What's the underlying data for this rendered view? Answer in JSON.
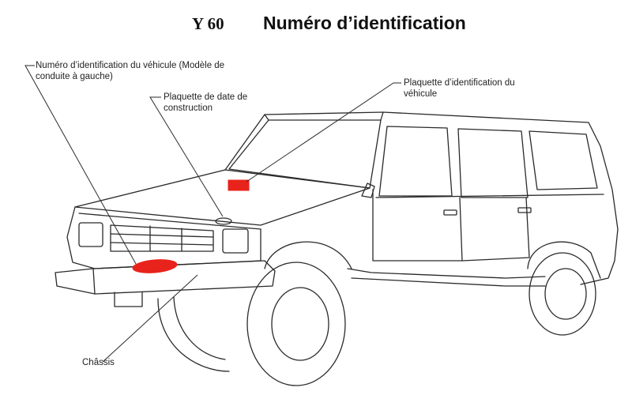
{
  "header": {
    "model_code": "Y 60",
    "title": "Numéro d’identification"
  },
  "labels": {
    "vin_line1": "Numéro d’identification du véhicule (Modèle de",
    "vin_line2": "conduite à gauche)",
    "date_line1": "Plaquette de date de",
    "date_line2": "construction",
    "plate_line1": "Plaquette d’identification du",
    "plate_line2": "véhicule",
    "chassis": "Châssis"
  },
  "colors": {
    "highlight": "#e8231b",
    "line": "#2a2a2a"
  }
}
